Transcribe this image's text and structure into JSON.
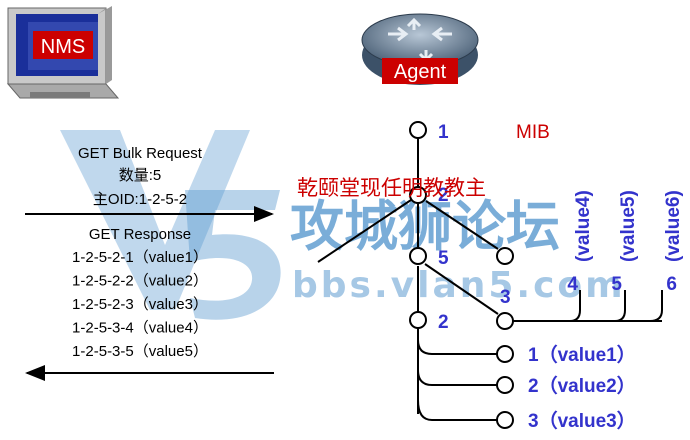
{
  "colors": {
    "line": "#000000",
    "value_text": "#3333cc",
    "mib": "#cc0000",
    "watermark": "#2f7fc3",
    "watermark_text": "#cc0000"
  },
  "nms": {
    "label": "NMS",
    "icon": "computer-icon"
  },
  "agent": {
    "label": "Agent",
    "icon": "router-icon"
  },
  "request": {
    "title": "GET Bulk Request",
    "count": "数量:5",
    "oid": "主OID:1-2-5-2"
  },
  "response": {
    "title": "GET Response",
    "items": [
      "1-2-5-2-1（value1）",
      "1-2-5-2-2（value2）",
      "1-2-5-2-3（value3）",
      "1-2-5-3-4（value4）",
      "1-2-5-3-5（value5）"
    ]
  },
  "tree": {
    "mib": "MIB",
    "node1": "1",
    "node2": "2",
    "node5": "5",
    "node3": "3",
    "node2b": "2",
    "leaves": [
      "1（value1）",
      "2（value2）",
      "3（value3）"
    ],
    "branch_nums": [
      "4",
      "5",
      "6"
    ],
    "branch_values": [
      "(value4)",
      "(value5)",
      "(value6)"
    ]
  },
  "watermark": {
    "cn_title": "攻城狮论坛",
    "url": "bbs.vlan5.com",
    "overlay": "乾颐堂现任明教教主"
  }
}
